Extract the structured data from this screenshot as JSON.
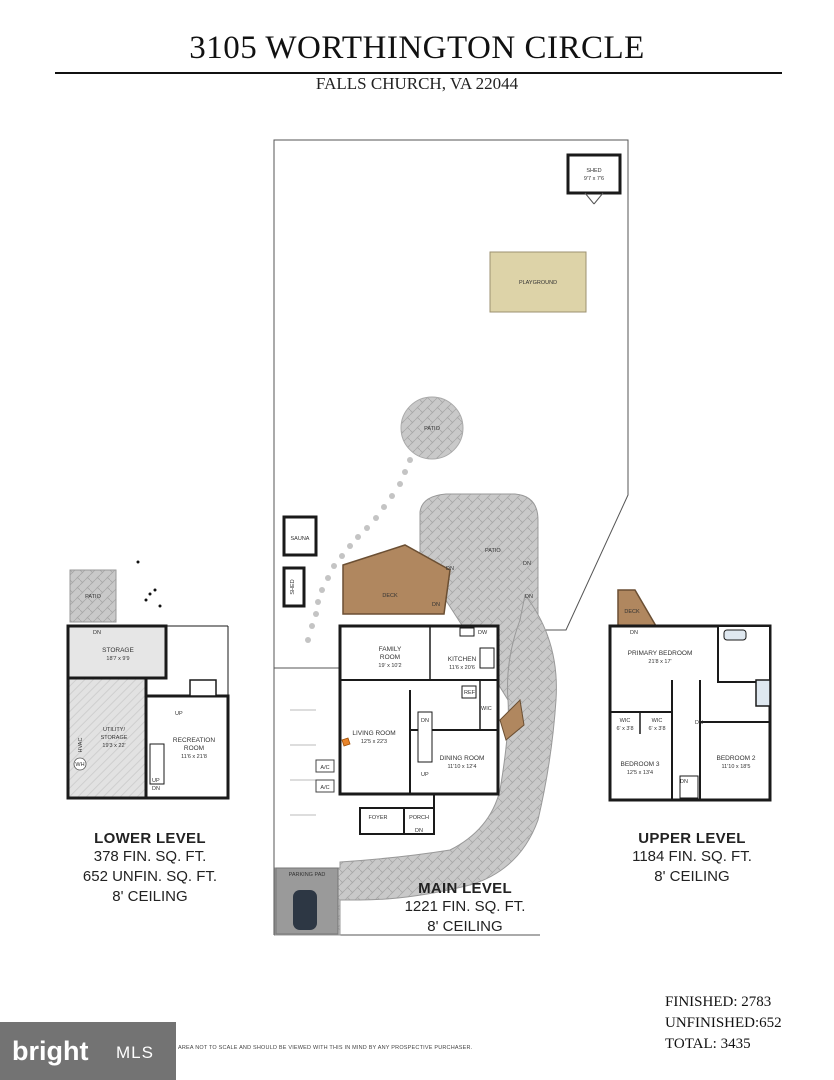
{
  "header": {
    "address": "3105 WORTHINGTON CIRCLE",
    "city": "FALLS CHURCH, VA 22044"
  },
  "rooms": {
    "shed_label": "SHED",
    "shed_dims": "9'7 x 7'6",
    "playground": "PLAYGROUND",
    "patio_round": "PATIO",
    "sauna": "SAUNA",
    "shed_small": "SHED",
    "deck_main": "DECK",
    "patio_main": "PATIO",
    "family_room": "FAMILY",
    "family_room_2": "ROOM",
    "family_dims": "19' x 10'2",
    "kitchen": "KITCHEN",
    "kitchen_dims": "11'6 x 20'6",
    "living_room": "LIVING ROOM",
    "living_dims": "12'5 x 22'3",
    "dining_room": "DINING ROOM",
    "dining_dims": "11'10 x 12'4",
    "foyer": "FOYER",
    "porch": "PORCH",
    "parking_pad": "PARKING PAD",
    "ac1": "A/C",
    "ac2": "A/C",
    "ref": "REF",
    "dw": "DW",
    "wic_kitchen": "WIC",
    "lower_patio": "PATIO",
    "storage": "STORAGE",
    "storage_dims": "18'7 x 9'9",
    "utility": "UTILITY/",
    "utility_2": "STORAGE",
    "utility_dims": "19'3 x 22'",
    "hvac": "HVAC",
    "wh": "WH",
    "recreation": "RECREATION",
    "recreation_2": "ROOM",
    "recreation_dims": "11'6 x 21'8",
    "upper_deck": "DECK",
    "primary_bedroom": "PRIMARY BEDROOM",
    "primary_dims": "21'8 x 17'",
    "wic_a": "WIC",
    "wic_a_dims": "6' x 3'8",
    "wic_b": "WIC",
    "wic_b_dims": "6' x 3'8",
    "bedroom3": "BEDROOM 3",
    "bedroom3_dims": "12'5 x 13'4",
    "bedroom2": "BEDROOM 2",
    "bedroom2_dims": "11'10 x 18'5",
    "dn": "DN",
    "up": "UP"
  },
  "levels": {
    "lower": {
      "name": "LOWER LEVEL",
      "line1": "378 FIN. SQ. FT.",
      "line2": "652 UNFIN. SQ. FT.",
      "line3": "8' CEILING"
    },
    "main": {
      "name": "MAIN LEVEL",
      "line1": "1221 FIN. SQ. FT.",
      "line2": "8' CEILING"
    },
    "upper": {
      "name": "UPPER LEVEL",
      "line1": "1184 FIN. SQ. FT.",
      "line2": "8' CEILING"
    }
  },
  "totals": {
    "finished": "FINISHED: 2783",
    "unfinished": "UNFINISHED:652",
    "total": "TOTAL: 3435"
  },
  "brand": {
    "name": "bright",
    "suffix": "MLS"
  },
  "disclaimer": "AREA NOT TO SCALE AND SHOULD BE VIEWED WITH THIS IN MIND BY ANY PROSPECTIVE PURCHASER.",
  "colors": {
    "deck": "#b0875f",
    "patio": "#c8c8c8",
    "playground": "#ddd3a8",
    "wall": "#1a1a1a",
    "brand_bg": "#737373"
  }
}
